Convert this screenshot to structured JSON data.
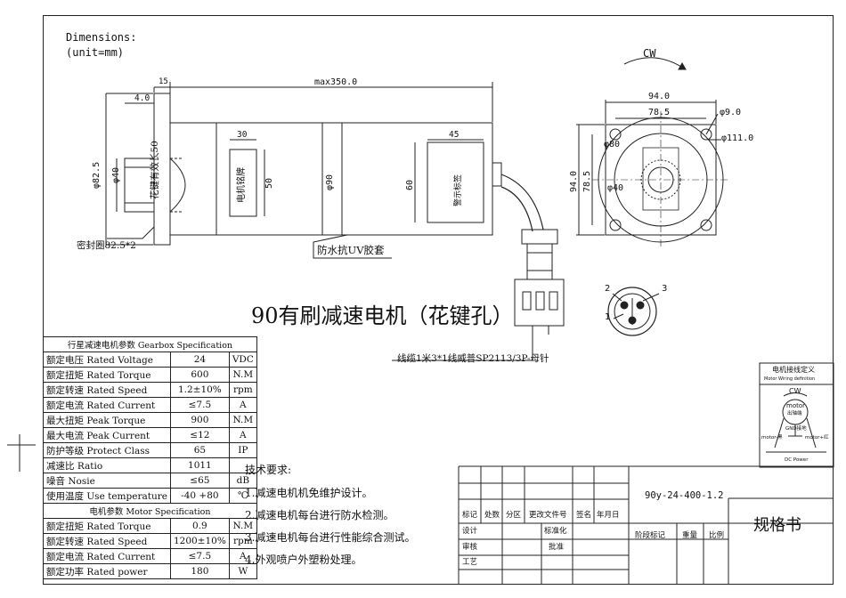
{
  "dimensions_note": {
    "line1": "Dimensions:",
    "line2": "(unit=mm)"
  },
  "side_view": {
    "dim_15": "15",
    "dim_max": "max350.0",
    "dim_4": "4.0",
    "dim_30": "30",
    "dim_45": "45",
    "dim_phi825": "φ82.5",
    "dim_phi40": "φ40",
    "spline_label": "花键有效长50",
    "nameplate_label": "电机铭牌",
    "dim_50": "50",
    "dim_phi90": "φ90",
    "dim_60": "60",
    "warning_label": "警示标签",
    "seal_label": "密封圈82.5*2",
    "uv_sleeve_label": "防水抗UV胶套"
  },
  "front_view": {
    "rotation": "CW",
    "dim_94_top": "94.0",
    "dim_785_top": "78.5",
    "dim_phi9": "φ9.0",
    "dim_phi80": "φ80",
    "dim_phi111": "φ111.0",
    "dim_94_left": "94.0",
    "dim_785_left": "78.5",
    "dim_phi40": "φ40"
  },
  "main_title": "90有刷减速电机（花键孔）",
  "cable_label": "线缆1米3*1线威普SP2113/3P-母针",
  "connector_pins": {
    "p1": "1",
    "p2": "2",
    "p3": "3"
  },
  "gearbox_spec": {
    "header": "行星减速电机参数 Gearbox  Specification",
    "rows": [
      {
        "label": "额定电压 Rated Voltage",
        "value": "24",
        "unit": "VDC"
      },
      {
        "label": "额定扭矩 Rated Torque",
        "value": "600",
        "unit": "N.M"
      },
      {
        "label": "额定转速 Rated Speed",
        "value": "1.2±10%",
        "unit": "rpm"
      },
      {
        "label": "额定电流 Rated Current",
        "value": "≤7.5",
        "unit": "A"
      },
      {
        "label": "最大扭矩 Peak Torque",
        "value": "900",
        "unit": "N.M"
      },
      {
        "label": "最大电流 Peak Current",
        "value": "≤12",
        "unit": "A"
      },
      {
        "label": "防护等级 Protect Class",
        "value": "65",
        "unit": "IP"
      },
      {
        "label": "减速比  Ratio",
        "value": "1011",
        "unit": ""
      },
      {
        "label": "噪音 Nosie",
        "value": "≤65",
        "unit": "dB"
      },
      {
        "label": "使用温度 Use temperature",
        "value": "-40 +80",
        "unit": "℃"
      }
    ]
  },
  "motor_spec": {
    "header": "电机参数  Motor Specification",
    "rows": [
      {
        "label": "额定扭矩 Rated Torque",
        "value": "0.9",
        "unit": "N.M"
      },
      {
        "label": "额定转速 Rated Speed",
        "value": "1200±10%",
        "unit": "rpm"
      },
      {
        "label": "额定电流 Rated Current",
        "value": "≤7.5",
        "unit": "A"
      },
      {
        "label": "额定功率 Rated power",
        "value": "180",
        "unit": "W"
      }
    ]
  },
  "tech_requirements": {
    "title": "技术要求:",
    "items": [
      "1.减速电机机免维护设计。",
      "2.减速电机每台进行防水检测。",
      "3.减速电机每台进行性能综合测试。",
      "4.外观喷户外塑粉处理。"
    ]
  },
  "wiring": {
    "title": "电机接线定义",
    "subtitle": "Motor  Wiring definition",
    "cw": "CW",
    "motor": "motor",
    "motor_cn": "出轴端",
    "gnd": "GND接地",
    "minus": "motor-黑",
    "plus": "motor+红",
    "power": "DC  Power"
  },
  "title_block": {
    "drawing_no": "90y-24-400-1.2",
    "doc_title": "规格书",
    "h_mark": "标记",
    "h_count": "处数",
    "h_zone": "分区",
    "h_change": "更改文件号",
    "h_sign": "签名",
    "h_date": "年月日",
    "design": "设计",
    "standard": "标准化",
    "stage": "阶段标记",
    "weight": "重量",
    "scale": "比例",
    "review": "审核",
    "craft": "工艺",
    "approve": "批准"
  }
}
